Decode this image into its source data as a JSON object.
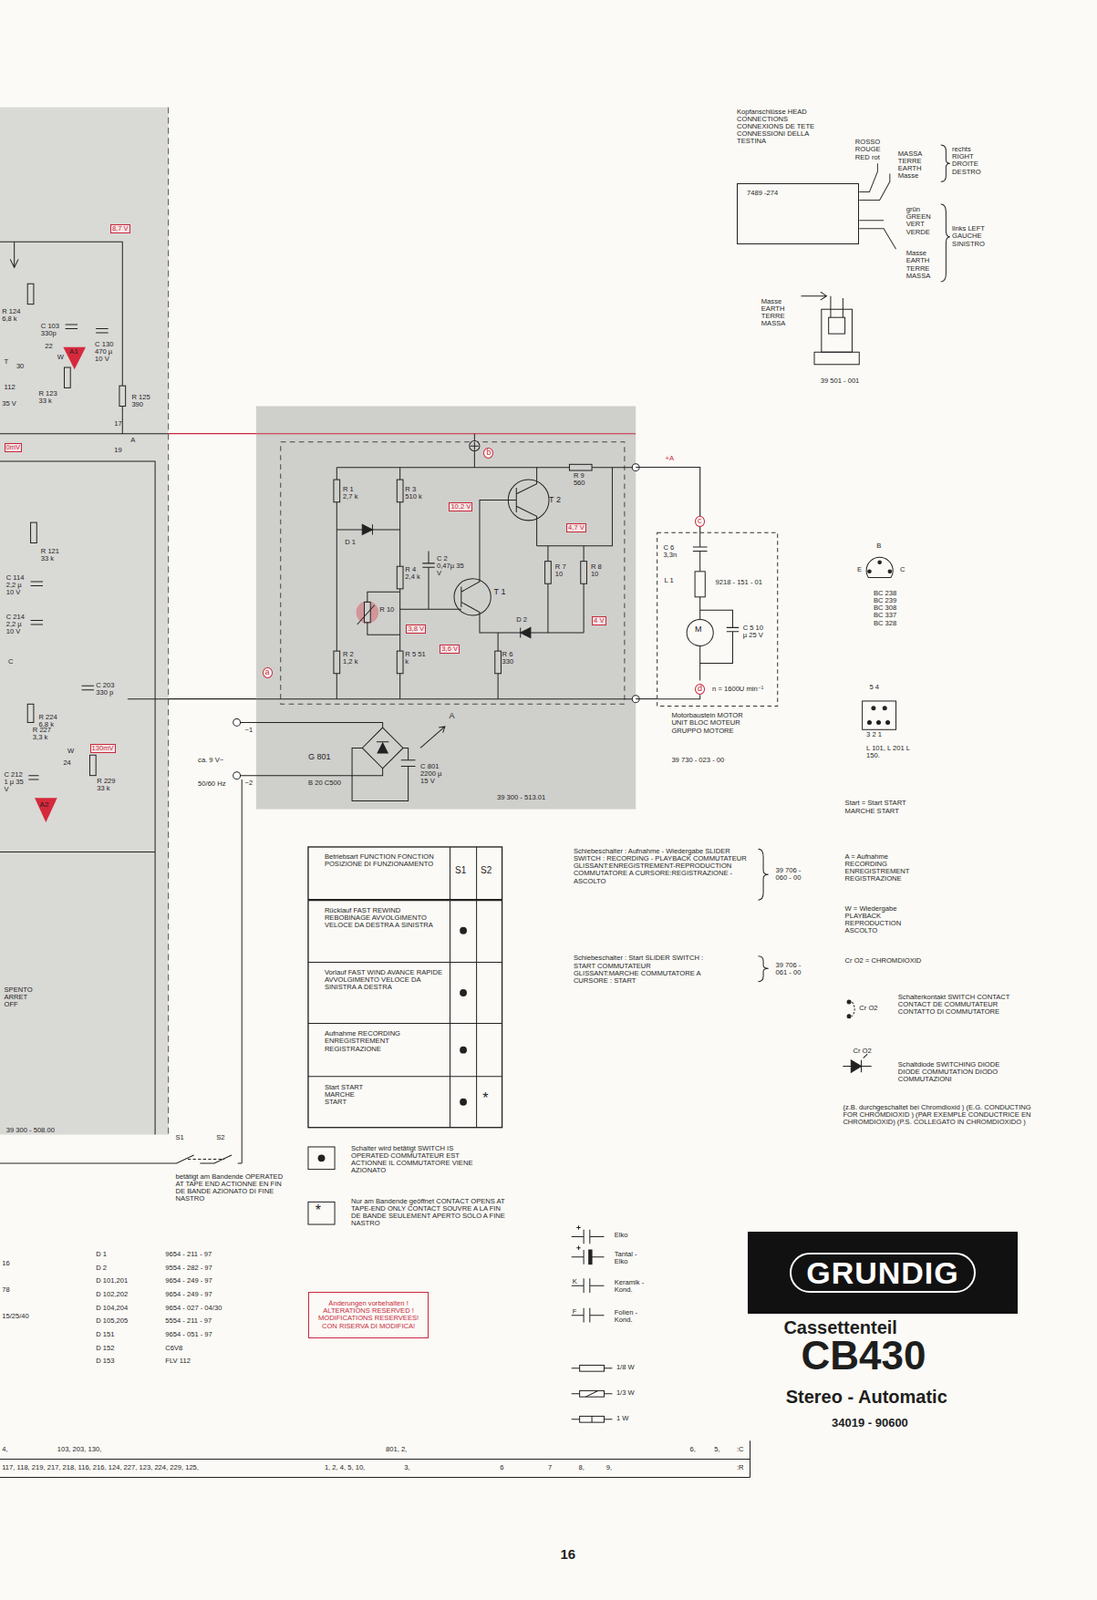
{
  "diagram": {
    "title": "CB430",
    "nodes": [
      {
        "text": [
          "39 300 - 508.00"
        ]
      },
      {
        "text": [
          "39 300 - 513.01"
        ]
      },
      {
        "text": [
          "Motorbaustein MOTOR UNIT BLOC MOTEUR GRUPPO MOTORE",
          "39 730 - 023 - 00"
        ]
      },
      {
        "text": [
          "7489 -274"
        ]
      },
      {
        "text": [
          "GRUNDIG"
        ]
      },
      {
        "text": [
          "Änderungen vorbehalten ! ALTERATIONS RESERVED ! MODIFICATIONS RESERVEES! CON RISERVA DI MODIFICA!"
        ]
      }
    ],
    "edges": [
      {
        "from": 0,
        "to": 1,
        "arrow": "none"
      },
      {
        "from": 0,
        "to": 1,
        "arrow": "none"
      },
      {
        "from": 1,
        "to": 2,
        "arrow": "none"
      },
      {
        "from": 1,
        "to": 2,
        "arrow": "none"
      }
    ],
    "labels": [
      "Kopfanschlüsse HEAD CONNECTIONS CONNEXIONS DE TETE CONNESSIONI DELLA TESTINA",
      "ROSSO ROUGE RED rot",
      "MASSA TERRE EARTH Masse",
      "rechts RIGHT DROITE DESTRO",
      "grün GREEN VERT VERDE",
      "links LEFT GAUCHE SINISTRO",
      "Masse EARTH TERRE MASSA",
      "Masse EARTH TERRE MASSA",
      "39 501 - 001",
      "B",
      "E",
      "C",
      "BC 238 BC 239 BC 308 BC 337 BC 328",
      "5 4",
      "3 2 1",
      "L 101, L 201 L 150.",
      "Start = Start START MARCHE START",
      "A = Aufnahme RECORDING ENREGISTREMENT REGISTRAZIONE",
      "W = Wiedergabe PLAYBACK REPRODUCTION ASCOLTO",
      "Cr O2 = CHROMDIOXID",
      "Cr O2",
      "Schalterkontakt SWITCH CONTACT CONTACT DE COMMUTATEUR CONTATTO DI COMMUTATORE",
      "Cr O2",
      "Schaltdiode SWITCHING DIODE DIODE COMMUTATION DIODO COMMUTAZIONI",
      "(z.B. durchgeschaltet bei Chromdioxid ) (E.G. CONDUCTING FOR CHROMDIOXID ) (PAR EXEMPLE CONDUCTRICE EN CHROMDIOXID) (P.S. COLLEGATO IN CHROMDIOXIDO )",
      "Schiebeschalter : Aufnahme - Wiedergabe SLIDER SWITCH : RECORDING - PLAYBACK COMMUTATEUR GLISSANT:ENREGISTREMENT-REPRODUCTION COMMUTATORE A CURSORE:REGISTRAZIONE - ASCOLTO",
      "39 706 - 060 - 00",
      "Schiebeschalter : Start SLIDER SWITCH : START COMMUTATEUR GLISSANT:MARCHE COMMUTATORE A CURSORE : START",
      "39 706 - 061 - 00",
      "Betriebsart FUNCTION FONCTION POSIZIONE DI FUNZIONAMENTO",
      "S1",
      "S2",
      "Rücklauf FAST REWIND REBOBINAGE AVVOLGIMENTO VELOCE DA DESTRA A SINISTRA",
      "Vorlauf FAST WIND AVANCE RAPIDE AVVOLGIMENTO VELOCE DA SINISTRA A DESTRA",
      "Aufnahme RECORDING ENREGISTREMENT REGISTRAZIONE",
      "Start START MARCHE START",
      "*",
      "Schalter wird betätigt SWITCH IS OPERATED COMMUTATEUR EST ACTIONNE IL COMMUTATORE VIENE AZIONATO",
      "*",
      "Nur am Bandende geöffnet CONTACT OPENS AT TAPE-END ONLY CONTACT SOUVRE A LA FIN DE BANDE SEULEMENT APERTO SOLO A FINE NASTRO",
      "K",
      "F",
      "Cassettenteil",
      "Stereo - Automatic",
      "34019 - 90600",
      "16",
      "S1",
      "S2",
      "betätigt am Bandende OPERATED AT TAPE END ACTIONNE EN FIN DE BANDE AZIONATO DI FINE NASTRO",
      "ca. 9 V~",
      "50/60 Hz",
      "~1",
      "~2",
      "G 801",
      "B 20 C500",
      "C 801 2200 µ 15 V",
      "A",
      "R 1 2,7 k",
      "R 3 510 k",
      "R 9 560",
      "T 2",
      "D 1",
      "C 2 0,47µ 35 V",
      "R 4 2,4 k",
      "T 1",
      "R 7 10",
      "R 8 10",
      "D 2",
      "R 10",
      "R 2 1,2 k",
      "R 5 51 k",
      "R 6 330",
      "10,2 V",
      "4,7 V",
      "3,8 V",
      "3,6 V",
      "4 V",
      "b",
      "a",
      "c",
      "d",
      "+A",
      "C 6 3,3n",
      "L 1",
      "9218 - 151 - 01",
      "M",
      "C 5 10 µ 25 V",
      "n = 1600U min⁻¹",
      "8,7 V",
      "R 124 6,8 k",
      "C 103 330p",
      "22",
      "W",
      "T",
      "30",
      "A1",
      "112",
      "35 V",
      "R 123 33 k",
      "C 130 470 µ 10 V",
      "R 125 390",
      "17",
      "A",
      "19",
      "R 121 33 k",
      "C 114 2,2 µ 10 V",
      "C 214 2,2 µ 10 V",
      "C",
      "R 224 6,8 k",
      "C 203 330 p",
      "R 227 3,3 k",
      "W",
      "24",
      "130mV",
      "C 212 1 µ 35 V",
      "A2",
      "R 229 33 k",
      "SPENTO ARRET OFF",
      "0mV",
      "D 1",
      "9654 - 211 - 97",
      "D 2",
      "9554 - 282 - 97",
      "D 101,201",
      "9654 - 249 - 97",
      "D 102,202",
      "9654 - 249 - 97",
      "D 104,204",
      "9654 - 027 - 04/30",
      "D 105,205",
      "5554 - 211 - 97",
      "D 151",
      "9654 - 051 - 97",
      "D 152",
      "C6V8",
      "D 153",
      "FLV 112",
      "16",
      "78",
      "15/25/40",
      "4,",
      "103, 203, 130,",
      "801, 2,",
      "6,",
      "5,",
      ":C",
      "117, 118, 219, 217, 218, 116, 216, 124, 227, 123, 224, 229, 125,",
      "1, 2, 4, 5, 10,",
      "3,",
      "6",
      "7",
      "8,",
      "9,",
      ":R"
    ],
    "legend": [
      {
        "text": "Elko"
      },
      {
        "text": "Tantal - Elko"
      },
      {
        "text": "Keramik - Kond."
      },
      {
        "text": "Folien - Kond."
      },
      {
        "text": "1/8 W"
      },
      {
        "text": "1/3 W"
      },
      {
        "text": "1 W"
      }
    ]
  }
}
